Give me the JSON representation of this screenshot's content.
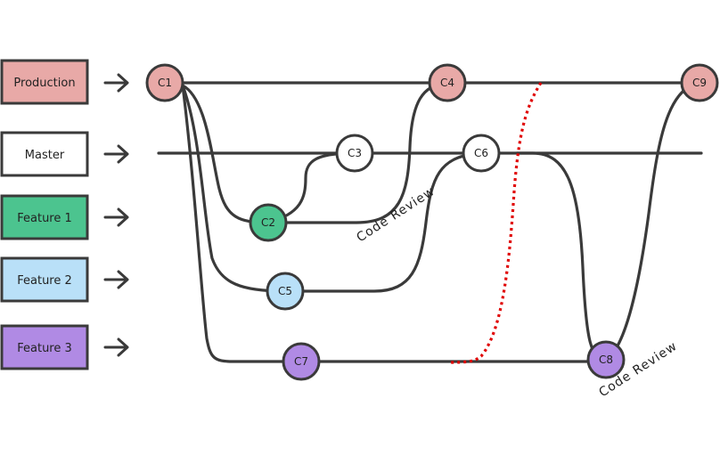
{
  "branches": [
    {
      "label": "Production",
      "color": "#e8a9a7"
    },
    {
      "label": "Master",
      "color": "#ffffff"
    },
    {
      "label": "Feature 1",
      "color": "#4cc48f"
    },
    {
      "label": "Feature 2",
      "color": "#b9e0f8"
    },
    {
      "label": "Feature 3",
      "color": "#b08ae4"
    }
  ],
  "commits": {
    "c1": {
      "label": "C1",
      "color": "#e8a9a7"
    },
    "c2": {
      "label": "C2",
      "color": "#4cc48f"
    },
    "c3": {
      "label": "C3",
      "color": "#ffffff"
    },
    "c4": {
      "label": "C4",
      "color": "#e8a9a7"
    },
    "c5": {
      "label": "C5",
      "color": "#b9e0f8"
    },
    "c6": {
      "label": "C6",
      "color": "#ffffff"
    },
    "c7": {
      "label": "C7",
      "color": "#b08ae4"
    },
    "c8": {
      "label": "C8",
      "color": "#b08ae4"
    },
    "c9": {
      "label": "C9",
      "color": "#e8a9a7"
    }
  },
  "annotations": {
    "review_1": "Code Review",
    "review_2": "Code Review"
  }
}
